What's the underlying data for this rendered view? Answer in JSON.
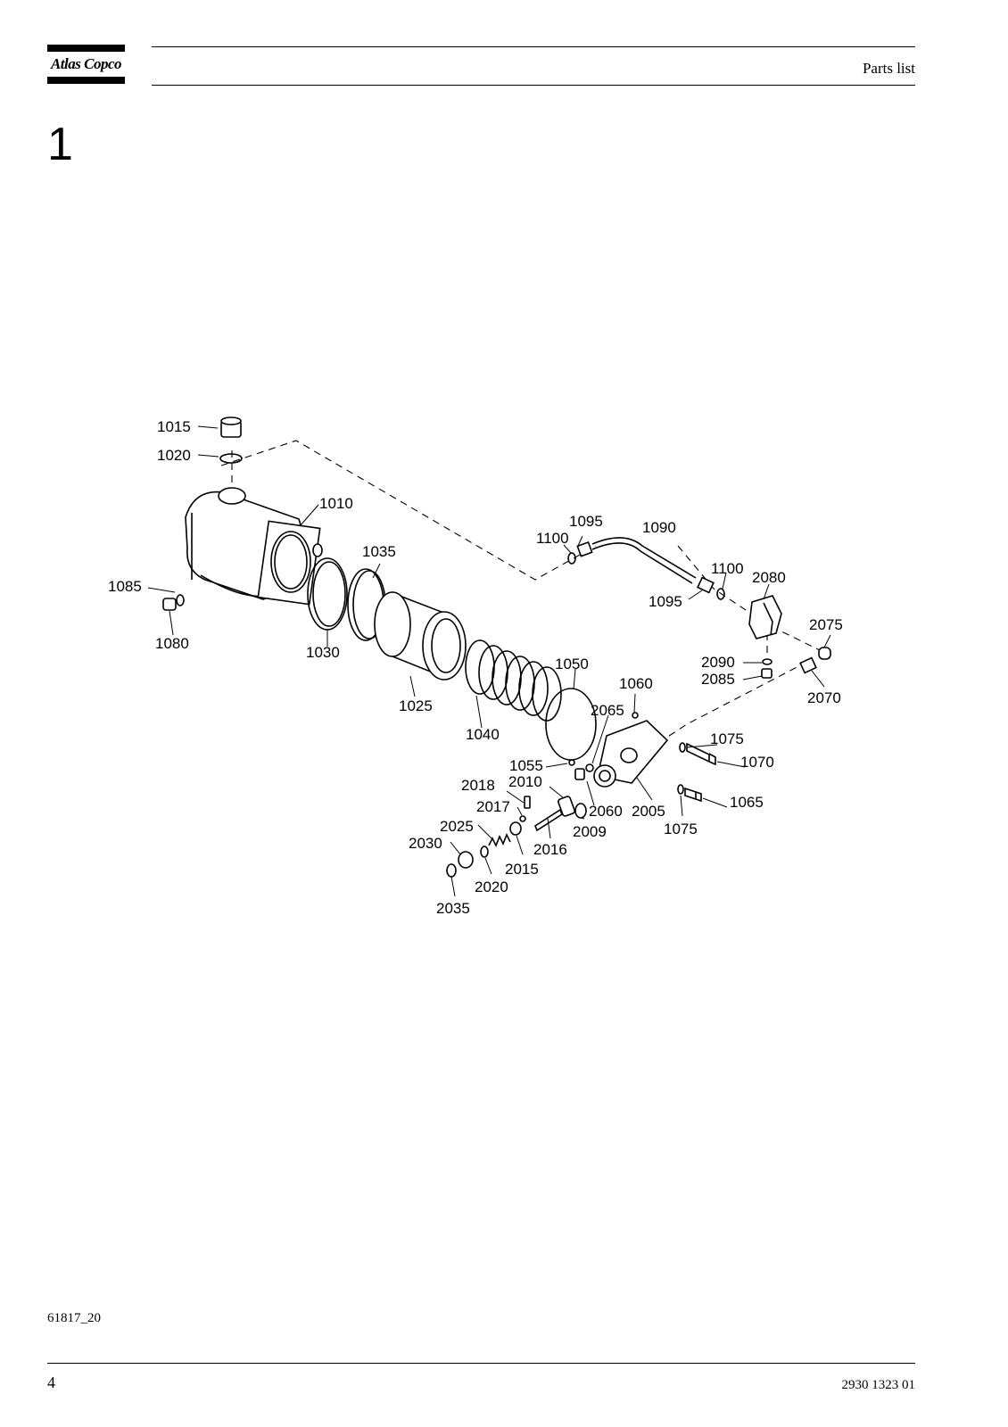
{
  "header": {
    "logo_text": "Atlas Copco",
    "title": "Parts list"
  },
  "section": {
    "number": "1"
  },
  "drawing": {
    "callouts": [
      "1015",
      "1020",
      "1010",
      "1035",
      "1085",
      "1080",
      "1030",
      "1025",
      "1040",
      "1050",
      "1060",
      "2065",
      "1055",
      "2018",
      "2010",
      "2017",
      "2025",
      "2030",
      "2035",
      "2020",
      "2015",
      "2016",
      "2009",
      "2060",
      "2005",
      "1075",
      "1070",
      "1065",
      "1075",
      "1095",
      "1100",
      "1090",
      "1100",
      "1095",
      "2080",
      "2075",
      "2090",
      "2085",
      "2070"
    ]
  },
  "footer": {
    "figure_id": "61817_20",
    "page_number": "4",
    "doc_number": "2930 1323 01"
  }
}
